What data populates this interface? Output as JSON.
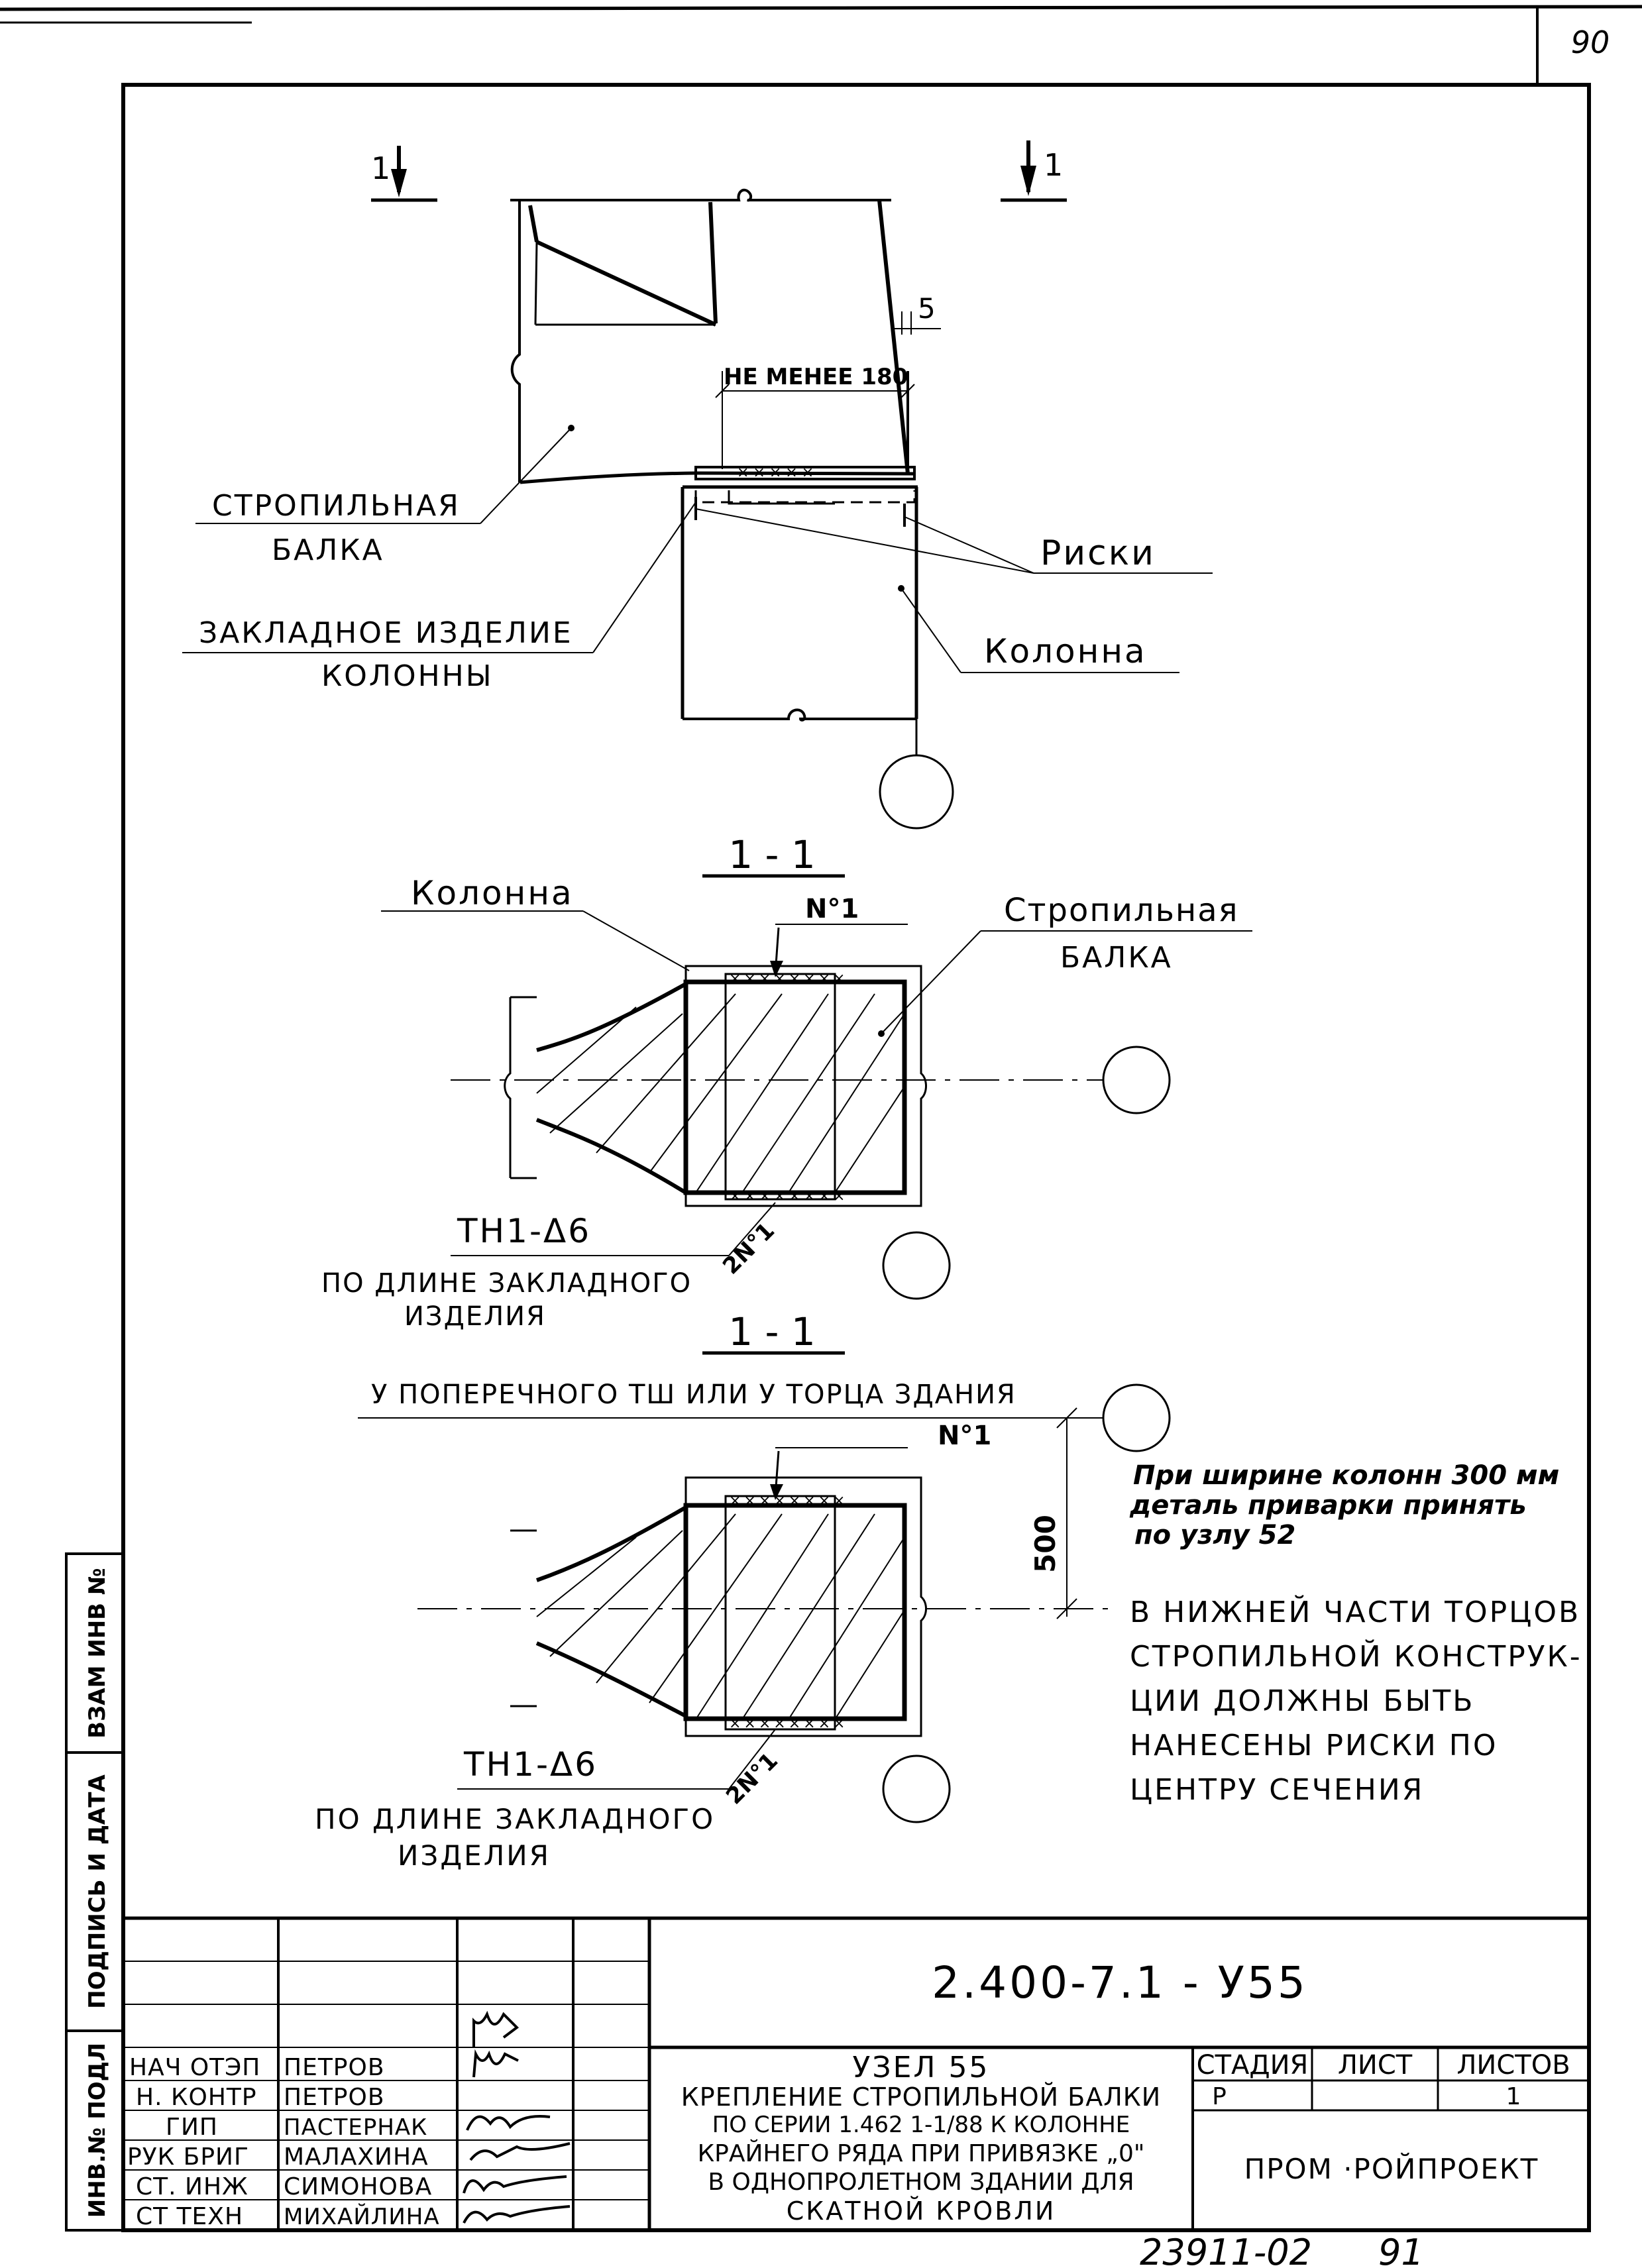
{
  "sheet": {
    "page_number": "90",
    "bottom_number": "23911-02",
    "bottom_suffix": "91"
  },
  "side_stamp": {
    "fields": [
      "ВЗАМ ИНВ №",
      "ПОДПИСЬ И ДАТА",
      "ИНВ.№ ПОДЛ"
    ]
  },
  "elevation": {
    "section_mark_left": "1",
    "section_mark_right": "1",
    "dimension_5": "5",
    "dimension_min": "НЕ МЕНЕЕ 180",
    "label_beam_line1": "СТРОПИЛЬНАЯ",
    "label_beam_line2": "БАЛКА",
    "label_embed_line1": "ЗАКЛАДНОЕ ИЗДЕЛИЕ",
    "label_embed_line2": "КОЛОННЫ",
    "label_marks": "Риски",
    "label_column": "Колонна"
  },
  "section1": {
    "title": "1 - 1",
    "label_column": "Колонна",
    "label_n1": "N°1",
    "label_beam_line1": "Стропильная",
    "label_beam_line2": "БАЛКА",
    "label_weld": "ТН1-Δ6",
    "label_length_line1": "ПО ДЛИНЕ ЗАКЛАДНОГО",
    "label_length_line2": "ИЗДЕЛИЯ",
    "label_2n1": "2N°1"
  },
  "section2": {
    "title": "1 - 1",
    "subtitle": "У ПОПЕРЕЧНОГО ТШ ИЛИ У ТОРЦА ЗДАНИЯ",
    "label_n1": "N°1",
    "dimension_500": "500",
    "label_weld": "ТН1-Δ6",
    "label_length_line1": "ПО ДЛИНЕ ЗАКЛАДНОГО",
    "label_length_line2": "ИЗДЕЛИЯ",
    "label_2n1": "2N°1"
  },
  "notes": {
    "handwritten": [
      "При ширине колонн 300 мм",
      "деталь приварки принять",
      "по узлу 52"
    ],
    "main": [
      "В НИЖНЕЙ ЧАСТИ ТОРЦОВ",
      "СТРОПИЛЬНОЙ КОНСТРУК-",
      "ЦИИ ДОЛЖНЫ БЫТЬ",
      "НАНЕСЕНЫ РИСКИ ПО",
      "ЦЕНТРУ СЕЧЕНИЯ"
    ]
  },
  "title_block": {
    "designation": "2.400-7.1 - У55",
    "roles": [
      {
        "role": "НАЧ ОТЭП",
        "name": "ПЕТРОВ"
      },
      {
        "role": "Н. КОНТР",
        "name": "ПЕТРОВ"
      },
      {
        "role": "ГИП",
        "name": "ПАСТЕРНАК"
      },
      {
        "role": "РУК БРИГ",
        "name": "МАЛАХИНА"
      },
      {
        "role": "СТ. ИНЖ",
        "name": "СИМОНОВА"
      },
      {
        "role": "СТ ТЕХН",
        "name": "МИХАЙЛИНА"
      }
    ],
    "title_lines": [
      "УЗЕЛ 55",
      "КРЕПЛЕНИЕ СТРОПИЛЬНОЙ БАЛКИ",
      "ПО СЕРИИ 1.462 1-1/88 К КОЛОННЕ",
      "КРАЙНЕГО РЯДА ПРИ ПРИВЯЗКЕ „0\"",
      "В ОДНОПРОЛЕТНОМ ЗДАНИИ ДЛЯ",
      "СКАТНОЙ КРОВЛИ"
    ],
    "stage_header": "СТАДИЯ",
    "sheet_header": "ЛИСТ",
    "sheets_header": "ЛИСТОВ",
    "stage_value": "Р",
    "sheets_value": "1",
    "organization": "ПРОМ ·РОЙПРОЕКТ"
  }
}
